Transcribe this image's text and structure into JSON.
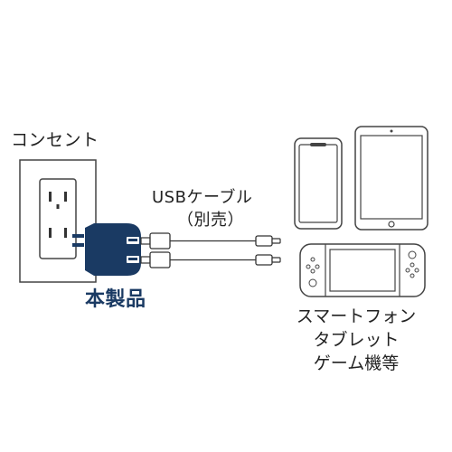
{
  "labels": {
    "outlet": "コンセント",
    "cable_line1": "USBケーブル",
    "cable_line2": "（別売）",
    "product": "本製品",
    "devices": [
      "スマートフォン",
      "タブレット",
      "ゲーム機等"
    ]
  },
  "colors": {
    "product_body": "#1a3a63",
    "product_text": "#1a3a63",
    "line": "#333333",
    "outline": "#444444"
  }
}
